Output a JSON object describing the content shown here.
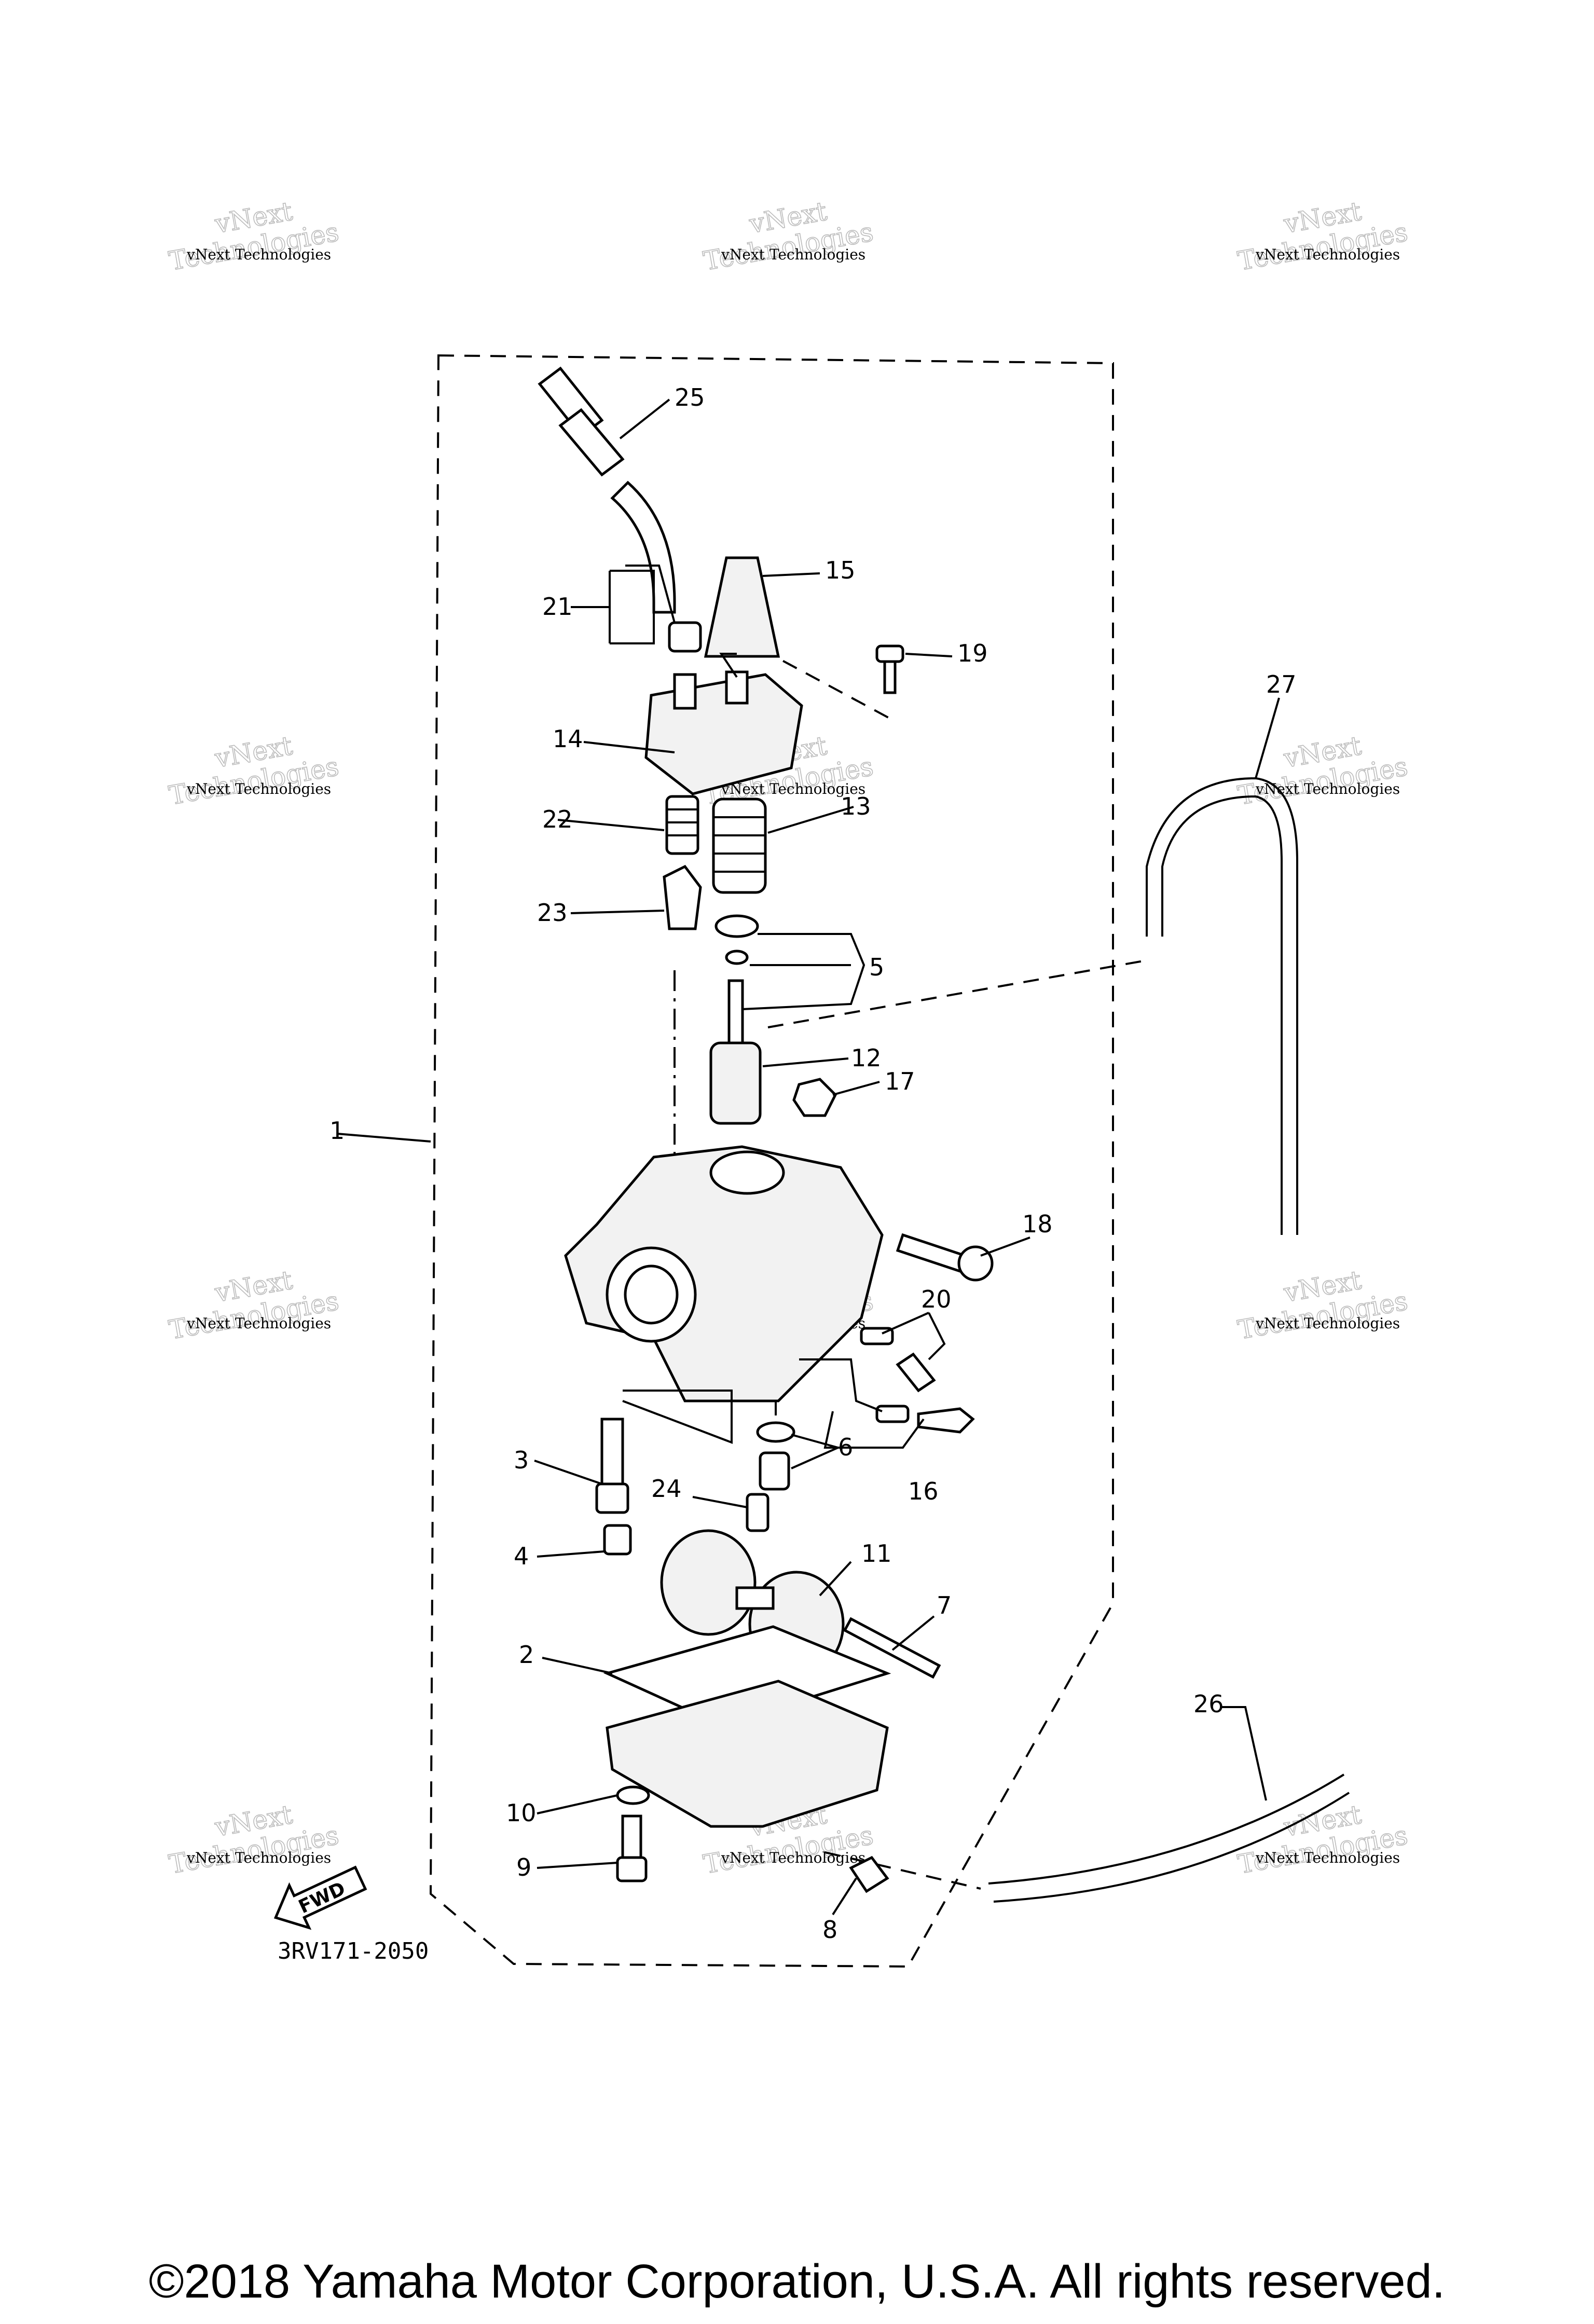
{
  "watermark": {
    "line1": "vNext Technologies",
    "line2a": "vNext",
    "line2b": "Technologies"
  },
  "callouts": [
    "1",
    "2",
    "3",
    "4",
    "5",
    "6",
    "7",
    "8",
    "9",
    "10",
    "11",
    "12",
    "13",
    "14",
    "15",
    "16",
    "17",
    "18",
    "19",
    "20",
    "21",
    "22",
    "23",
    "24",
    "25",
    "26",
    "27"
  ],
  "fwd_label": "FWD",
  "part_code": "3RV171-2050",
  "copyright": "©2018 Yamaha Motor Corporation, U.S.A. All rights reserved."
}
